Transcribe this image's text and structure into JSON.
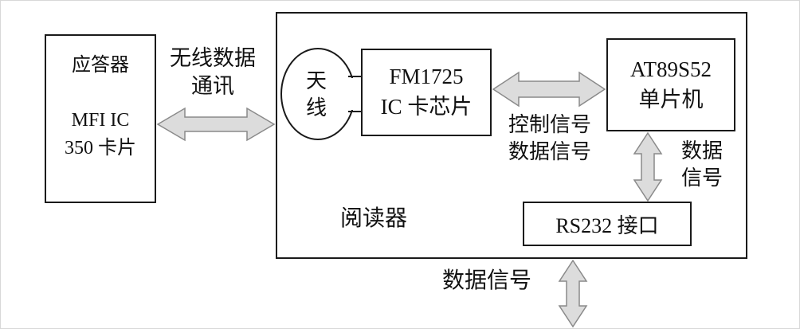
{
  "nodes": {
    "transponder": {
      "title": "应答器",
      "line2": "MFI IC",
      "line3": "350 卡片"
    },
    "antenna": {
      "char1": "天",
      "char2": "线"
    },
    "fm1725": {
      "line1": "FM1725",
      "line2": "IC 卡芯片"
    },
    "at89s52": {
      "line1": "AT89S52",
      "line2": "单片机"
    },
    "rs232": {
      "label": "RS232 接口"
    },
    "reader": {
      "label": "阅读器"
    }
  },
  "labels": {
    "wireless": {
      "line1": "无线数据",
      "line2": "通讯"
    },
    "control": {
      "line1": "控制信号",
      "line2": "数据信号"
    },
    "data_right": {
      "line1": "数据",
      "line2": "信号"
    },
    "data_bottom": "数据信号"
  },
  "colors": {
    "arrow_fill": "#dcdcdc",
    "arrow_stroke": "#8a8a8a",
    "border": "#1a1a1a",
    "text": "#111111"
  }
}
